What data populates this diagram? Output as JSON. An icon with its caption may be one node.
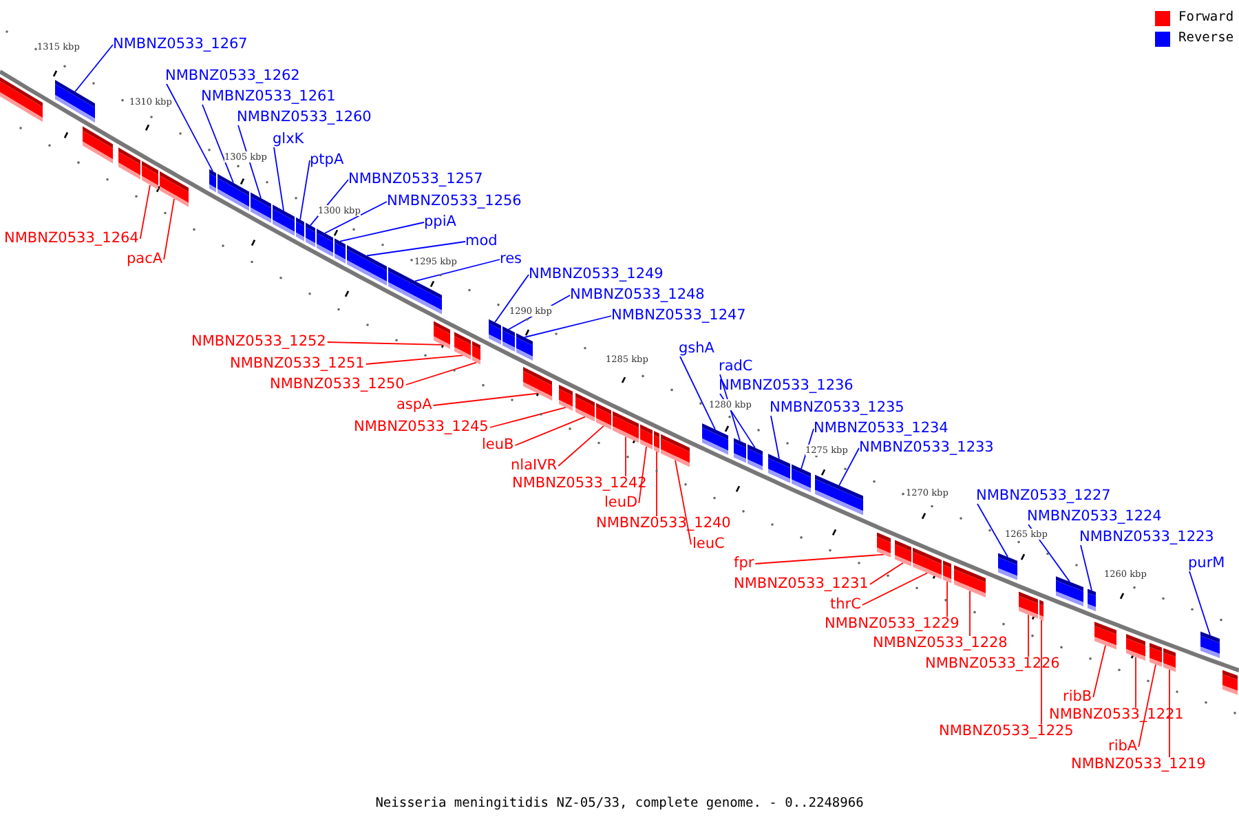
{
  "diagram": {
    "caption": "Neisseria meningitidis NZ-05/33, complete genome. - 0..2248966",
    "nodes": [
      {
        "text": [
          "NMBNZ0533_1267"
        ]
      },
      {
        "text": [
          "NMBNZ0533_1262"
        ]
      },
      {
        "text": [
          "NMBNZ0533_1261"
        ]
      },
      {
        "text": [
          "NMBNZ0533_1260"
        ]
      },
      {
        "text": [
          "glxK"
        ]
      },
      {
        "text": [
          "ptpA"
        ]
      },
      {
        "text": [
          "NMBNZ0533_1257"
        ]
      },
      {
        "text": [
          "NMBNZ0533_1256"
        ]
      },
      {
        "text": [
          "ppiA"
        ]
      },
      {
        "text": [
          "NMBNZ0533_1264"
        ]
      },
      {
        "text": [
          "mod"
        ]
      },
      {
        "text": [
          "pacA"
        ]
      },
      {
        "text": [
          "res"
        ]
      },
      {
        "text": [
          "NMBNZ0533_1249"
        ]
      },
      {
        "text": [
          "NMBNZ0533_1248"
        ]
      },
      {
        "text": [
          "NMBNZ0533_1247"
        ]
      },
      {
        "text": [
          "NMBNZ0533_1252"
        ]
      },
      {
        "text": [
          "gshA"
        ]
      },
      {
        "text": [
          "NMBNZ0533_1251"
        ]
      },
      {
        "text": [
          "radC"
        ]
      },
      {
        "text": [
          "NMBNZ0533_1250"
        ]
      },
      {
        "text": [
          "NMBNZ0533_1236"
        ]
      },
      {
        "text": [
          "aspA"
        ]
      },
      {
        "text": [
          "NMBNZ0533_1235"
        ]
      },
      {
        "text": [
          "NMBNZ0533_1245"
        ]
      },
      {
        "text": [
          "NMBNZ0533_1234"
        ]
      },
      {
        "text": [
          "leuB"
        ]
      },
      {
        "text": [
          "NMBNZ0533_1233"
        ]
      },
      {
        "text": [
          "nlaIVR"
        ]
      },
      {
        "text": [
          "NMBNZ0533_1242"
        ]
      },
      {
        "text": [
          "NMBNZ0533_1227"
        ]
      },
      {
        "text": [
          "leuD"
        ]
      },
      {
        "text": [
          "NMBNZ0533_1224"
        ]
      },
      {
        "text": [
          "NMBNZ0533_1240"
        ]
      },
      {
        "text": [
          "NMBNZ0533_1223"
        ]
      },
      {
        "text": [
          "leuC"
        ]
      },
      {
        "text": [
          "fpr"
        ]
      },
      {
        "text": [
          "purM"
        ]
      },
      {
        "text": [
          "NMBNZ0533_1231"
        ]
      },
      {
        "text": [
          "thrC"
        ]
      },
      {
        "text": [
          "NMBNZ0533_1229"
        ]
      },
      {
        "text": [
          "NMBNZ0533_1228"
        ]
      },
      {
        "text": [
          "NMBNZ0533_1226"
        ]
      },
      {
        "text": [
          "ribB"
        ]
      },
      {
        "text": [
          "NMBNZ0533_1221"
        ]
      },
      {
        "text": [
          "NMBNZ0533_1225"
        ]
      },
      {
        "text": [
          "ribA"
        ]
      },
      {
        "text": [
          "NMBNZ0533_1219"
        ]
      },
      {
        "text": [],
        "shape": "bar"
      },
      {
        "text": [],
        "shape": "bar"
      },
      {
        "text": [],
        "shape": "bar"
      },
      {
        "text": [],
        "shape": "bar"
      },
      {
        "text": [],
        "shape": "bar"
      },
      {
        "text": [],
        "shape": "bar"
      },
      {
        "text": [],
        "shape": "bar"
      },
      {
        "text": [],
        "shape": "bar"
      },
      {
        "text": [],
        "shape": "bar"
      },
      {
        "text": [],
        "shape": "bar"
      },
      {
        "text": [],
        "shape": "bar"
      },
      {
        "text": [],
        "shape": "bar"
      },
      {
        "text": [],
        "shape": "bar"
      },
      {
        "text": [],
        "shape": "bar"
      },
      {
        "text": [],
        "shape": "bar"
      },
      {
        "text": [],
        "shape": "bar"
      },
      {
        "text": [],
        "shape": "bar"
      },
      {
        "text": [],
        "shape": "bar"
      },
      {
        "text": [],
        "shape": "bar"
      },
      {
        "text": [],
        "shape": "bar"
      },
      {
        "text": [],
        "shape": "bar"
      },
      {
        "text": [],
        "shape": "bar"
      },
      {
        "text": [],
        "shape": "bar"
      },
      {
        "text": [],
        "shape": "bar"
      },
      {
        "text": [],
        "shape": "bar"
      },
      {
        "text": [],
        "shape": "bar"
      },
      {
        "text": [],
        "shape": "bar"
      },
      {
        "text": [],
        "shape": "bar"
      },
      {
        "text": [],
        "shape": "bar"
      },
      {
        "text": [],
        "shape": "bar"
      },
      {
        "text": [],
        "shape": "bar"
      },
      {
        "text": [],
        "shape": "bar"
      },
      {
        "text": [],
        "shape": "bar"
      },
      {
        "text": [],
        "shape": "bar"
      },
      {
        "text": [],
        "shape": "bar"
      },
      {
        "text": [],
        "shape": "bar"
      },
      {
        "text": [],
        "shape": "bar"
      },
      {
        "text": [],
        "shape": "bar"
      },
      {
        "text": [],
        "shape": "bar"
      },
      {
        "text": [],
        "shape": "bar"
      },
      {
        "text": [],
        "shape": "bar"
      },
      {
        "text": [],
        "shape": "bar"
      },
      {
        "text": [],
        "shape": "bar"
      },
      {
        "text": [],
        "shape": "bar"
      },
      {
        "text": [],
        "shape": "bar"
      },
      {
        "text": [],
        "shape": "bar"
      },
      {
        "text": [],
        "shape": "bar"
      },
      {
        "text": [],
        "shape": "bar"
      },
      {
        "text": [],
        "shape": "bar"
      },
      {
        "text": [],
        "shape": "bar"
      },
      {
        "text": [],
        "shape": "bar"
      },
      {
        "text": [],
        "shape": "bar"
      }
    ],
    "edges": [
      {
        "from": 0,
        "to": 49,
        "arrow": "none",
        "color": "#0000ff"
      },
      {
        "from": 9,
        "to": 52,
        "arrow": "none",
        "color": "#ff0000"
      },
      {
        "from": 11,
        "to": 53,
        "arrow": "none",
        "color": "#ff0000"
      },
      {
        "from": 1,
        "to": 54,
        "arrow": "none",
        "color": "#0000ff"
      },
      {
        "from": 2,
        "to": 55,
        "arrow": "none",
        "color": "#0000ff"
      },
      {
        "from": 3,
        "to": 56,
        "arrow": "none",
        "color": "#0000ff"
      },
      {
        "from": 4,
        "to": 57,
        "arrow": "none",
        "color": "#0000ff"
      },
      {
        "from": 5,
        "to": 58,
        "arrow": "none",
        "color": "#0000ff"
      },
      {
        "from": 6,
        "to": 59,
        "arrow": "none",
        "color": "#0000ff"
      },
      {
        "from": 7,
        "to": 60,
        "arrow": "none",
        "color": "#0000ff"
      },
      {
        "from": 8,
        "to": 61,
        "arrow": "none",
        "color": "#0000ff"
      },
      {
        "from": 10,
        "to": 62,
        "arrow": "none",
        "color": "#0000ff"
      },
      {
        "from": 12,
        "to": 63,
        "arrow": "none",
        "color": "#0000ff"
      },
      {
        "from": 16,
        "to": 64,
        "arrow": "none",
        "color": "#ff0000"
      },
      {
        "from": 18,
        "to": 65,
        "arrow": "none",
        "color": "#ff0000"
      },
      {
        "from": 20,
        "to": 66,
        "arrow": "none",
        "color": "#ff0000"
      },
      {
        "from": 13,
        "to": 67,
        "arrow": "none",
        "color": "#0000ff"
      },
      {
        "from": 14,
        "to": 68,
        "arrow": "none",
        "color": "#0000ff"
      },
      {
        "from": 15,
        "to": 69,
        "arrow": "none",
        "color": "#0000ff"
      },
      {
        "from": 22,
        "to": 70,
        "arrow": "none",
        "color": "#ff0000"
      },
      {
        "from": 24,
        "to": 71,
        "arrow": "none",
        "color": "#ff0000"
      },
      {
        "from": 26,
        "to": 72,
        "arrow": "none",
        "color": "#ff0000"
      },
      {
        "from": 28,
        "to": 73,
        "arrow": "none",
        "color": "#ff0000"
      },
      {
        "from": 29,
        "to": 74,
        "arrow": "none",
        "color": "#ff0000"
      },
      {
        "from": 31,
        "to": 75,
        "arrow": "none",
        "color": "#ff0000"
      },
      {
        "from": 33,
        "to": 76,
        "arrow": "none",
        "color": "#ff0000"
      },
      {
        "from": 35,
        "to": 77,
        "arrow": "none",
        "color": "#ff0000"
      },
      {
        "from": 17,
        "to": 78,
        "arrow": "none",
        "color": "#0000ff"
      },
      {
        "from": 19,
        "to": 79,
        "arrow": "none",
        "color": "#0000ff"
      },
      {
        "from": 21,
        "to": 80,
        "arrow": "none",
        "color": "#0000ff"
      },
      {
        "from": 23,
        "to": 81,
        "arrow": "none",
        "color": "#0000ff"
      },
      {
        "from": 25,
        "to": 82,
        "arrow": "none",
        "color": "#0000ff"
      },
      {
        "from": 27,
        "to": 83,
        "arrow": "none",
        "color": "#0000ff"
      },
      {
        "from": 36,
        "to": 84,
        "arrow": "none",
        "color": "#ff0000"
      },
      {
        "from": 38,
        "to": 85,
        "arrow": "none",
        "color": "#ff0000"
      },
      {
        "from": 39,
        "to": 86,
        "arrow": "none",
        "color": "#ff0000"
      },
      {
        "from": 40,
        "to": 87,
        "arrow": "none",
        "color": "#ff0000"
      },
      {
        "from": 41,
        "to": 88,
        "arrow": "none",
        "color": "#ff0000"
      },
      {
        "from": 30,
        "to": 89,
        "arrow": "none",
        "color": "#0000ff"
      },
      {
        "from": 42,
        "to": 90,
        "arrow": "none",
        "color": "#ff0000"
      },
      {
        "from": 45,
        "to": 91,
        "arrow": "none",
        "color": "#ff0000"
      },
      {
        "from": 32,
        "to": 92,
        "arrow": "none",
        "color": "#0000ff"
      },
      {
        "from": 34,
        "to": 93,
        "arrow": "none",
        "color": "#0000ff"
      },
      {
        "from": 43,
        "to": 94,
        "arrow": "none",
        "color": "#ff0000"
      },
      {
        "from": 44,
        "to": 95,
        "arrow": "none",
        "color": "#ff0000"
      },
      {
        "from": 46,
        "to": 96,
        "arrow": "none",
        "color": "#ff0000"
      },
      {
        "from": 47,
        "to": 97,
        "arrow": "none",
        "color": "#ff0000"
      },
      {
        "from": 37,
        "to": 98,
        "arrow": "none",
        "color": "#0000ff"
      }
    ],
    "labels": [
      "1315 kbp",
      "1310 kbp",
      "1305 kbp",
      "1300 kbp",
      "1295 kbp",
      "1290 kbp",
      "1285 kbp",
      "1280 kbp",
      "1275 kbp",
      "1270 kbp",
      "1265 kbp",
      "1260 kbp"
    ],
    "legend": [
      {
        "text": "Forward",
        "color": "#ff0000"
      },
      {
        "text": "Reverse",
        "color": "#0000ff"
      }
    ]
  }
}
